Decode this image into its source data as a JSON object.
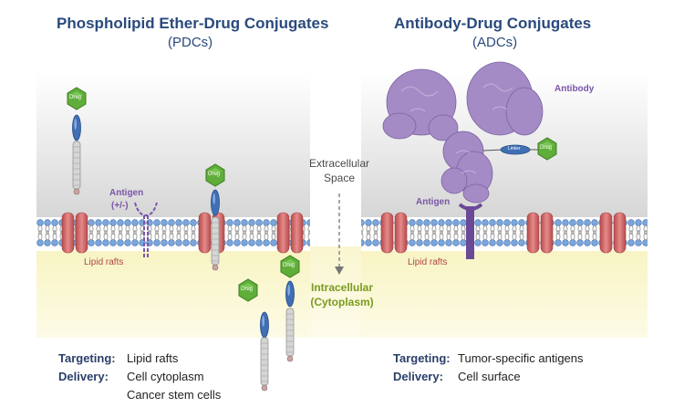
{
  "left_panel": {
    "title": "Phospholipid Ether-Drug Conjugates",
    "subtitle": "(PDCs)",
    "antigen_label": "Antigen",
    "antigen_sub": "(+/-)",
    "lipid_rafts_label": "Lipid rafts",
    "drug_label": "Drug",
    "targeting_key": "Targeting",
    "targeting_value": "Lipid rafts",
    "delivery_key": "Delivery",
    "delivery_value": "Cell cytoplasm",
    "delivery_value_2": "Cancer stem cells"
  },
  "right_panel": {
    "title": "Antibody-Drug Conjugates",
    "subtitle": "(ADCs)",
    "antibody_label": "Antibody",
    "antigen_label": "Antigen",
    "linker_label": "Linker",
    "drug_label": "Drug",
    "lipid_rafts_label": "Lipid rafts",
    "targeting_key": "Targeting:",
    "targeting_value": "Tumor-specific antigens",
    "delivery_key": "Delivery:",
    "delivery_value": "Cell surface"
  },
  "center": {
    "extracellular_1": "Extracellular",
    "extracellular_2": "Space",
    "intracellular_1": "Intracellular",
    "intracellular_2": "(Cytoplasm)"
  },
  "colors": {
    "title": "#2a4a7d",
    "drug_green": "#5fae3a",
    "linker_blue": "#3f6fb5",
    "protein_red": "#d86a6a",
    "antibody_purple": "#a48bc6",
    "cytoplasm_yellow": "#fbf8cf",
    "extracellular_grey": "#dcdcdc"
  }
}
